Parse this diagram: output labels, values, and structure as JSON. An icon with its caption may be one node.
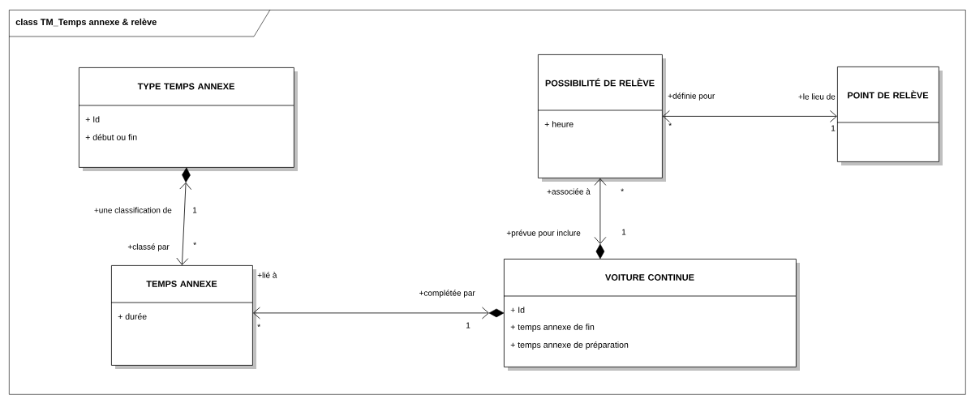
{
  "diagram": {
    "nodes": [
      {
        "text": [
          "class TM_Temps annexe & relève"
        ]
      },
      {
        "text": [
          "TYPE TEMPS ANNEXE",
          "+ Id",
          "+ début ou fin"
        ],
        "in": 0
      },
      {
        "text": [
          "POSSIBILITÉ DE RELÈVE",
          "+ heure"
        ],
        "in": 0
      },
      {
        "text": [
          "POINT DE RELÈVE"
        ],
        "in": 0
      },
      {
        "text": [
          "TEMPS ANNEXE",
          "+ durée"
        ],
        "in": 0
      },
      {
        "text": [
          "VOITURE CONTINUE",
          "+ Id",
          "+ temps annexe de fin",
          "+ temps annexe de préparation"
        ],
        "in": 0
      }
    ],
    "edges": [
      {
        "from": 1,
        "to": 4,
        "arrow": "both"
      },
      {
        "from": 2,
        "to": 3,
        "arrow": "both"
      },
      {
        "from": 5,
        "to": 2,
        "arrow": "both"
      },
      {
        "from": 5,
        "to": 4,
        "arrow": "both"
      }
    ],
    "labels": [
      "+une classification de",
      "1",
      "+classé par",
      "*",
      "+définie pour",
      "+le lieu de",
      "*",
      "1",
      "+associée à",
      "*",
      "+prévue pour inclure",
      "1",
      "+lié à",
      "+complétée par",
      "*",
      "1"
    ]
  }
}
